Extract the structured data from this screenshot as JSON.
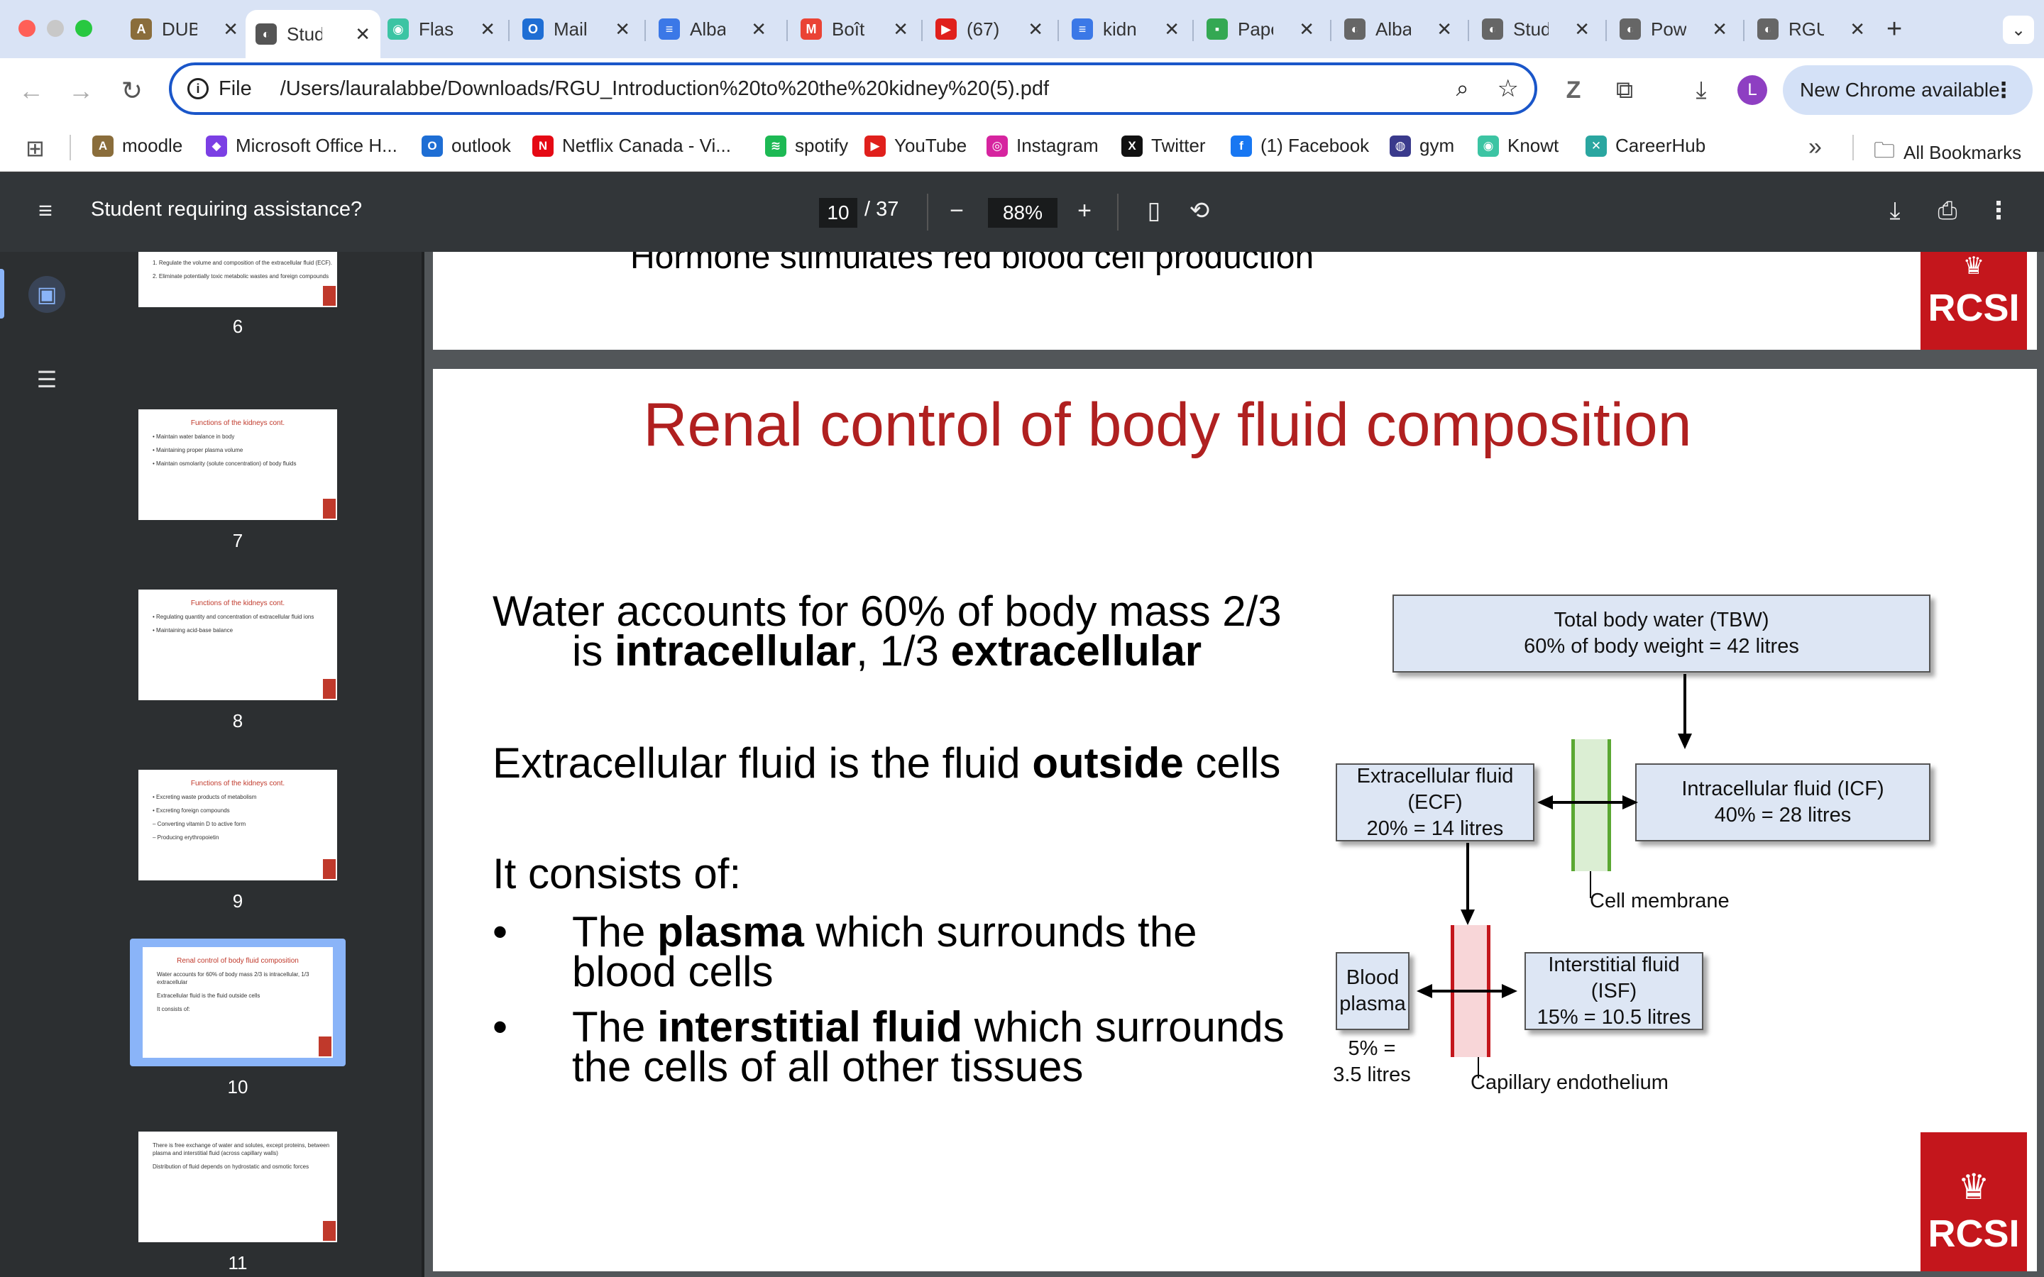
{
  "browser": {
    "tabs": [
      {
        "title": "DUB",
        "fav": "A",
        "color": "#8a6d3b",
        "active": false
      },
      {
        "title": "Stud",
        "fav": "◐",
        "color": "#555555",
        "active": true
      },
      {
        "title": "Flas",
        "fav": "◉",
        "color": "#3cc4a3",
        "active": false
      },
      {
        "title": "Mail",
        "fav": "O",
        "color": "#1e6ed4",
        "active": false
      },
      {
        "title": "Alba",
        "fav": "≡",
        "color": "#3b78e7",
        "active": false
      },
      {
        "title": "Boît",
        "fav": "M",
        "color": "#ea4335",
        "active": false
      },
      {
        "title": "(67)",
        "fav": "▶",
        "color": "#e0201c",
        "active": false
      },
      {
        "title": "kidn",
        "fav": "≡",
        "color": "#3b78e7",
        "active": false
      },
      {
        "title": "Pape",
        "fav": "▪",
        "color": "#34a853",
        "active": false
      },
      {
        "title": "Alba",
        "fav": "◐",
        "color": "#666666",
        "active": false
      },
      {
        "title": "Stud",
        "fav": "◐",
        "color": "#666666",
        "active": false
      },
      {
        "title": "Pow",
        "fav": "◐",
        "color": "#666666",
        "active": false
      },
      {
        "title": "RGU",
        "fav": "◐",
        "color": "#666666",
        "active": false
      }
    ],
    "omnibox": {
      "label": "File",
      "url": "/Users/lauralabbe/Downloads/RGU_Introduction%20to%20the%20kidney%20(5).pdf"
    },
    "avatar": "L",
    "new_chrome": "New Chrome available",
    "bookmarks": [
      {
        "label": "moodle",
        "fav": "A",
        "color": "#8a6d3b"
      },
      {
        "label": "Microsoft Office H...",
        "fav": "◆",
        "color": "#7b3fe4"
      },
      {
        "label": "outlook",
        "fav": "O",
        "color": "#1e6ed4"
      },
      {
        "label": "Netflix Canada - Vi...",
        "fav": "N",
        "color": "#e50914"
      },
      {
        "label": "spotify",
        "fav": "≋",
        "color": "#1db954"
      },
      {
        "label": "YouTube",
        "fav": "▶",
        "color": "#e0201c"
      },
      {
        "label": "Instagram",
        "fav": "◎",
        "color": "#d6249f"
      },
      {
        "label": "Twitter",
        "fav": "X",
        "color": "#111111"
      },
      {
        "label": "(1) Facebook",
        "fav": "f",
        "color": "#1877f2"
      },
      {
        "label": "gym",
        "fav": "◍",
        "color": "#3a3a8c"
      },
      {
        "label": "Knowt",
        "fav": "◉",
        "color": "#3cc4a3"
      },
      {
        "label": "CareerHub",
        "fav": "✕",
        "color": "#2aa6a0"
      }
    ],
    "all_bookmarks": "All Bookmarks"
  },
  "pdf": {
    "doc_title": "Student requiring assistance?",
    "page_current": "10",
    "page_total": "/ 37",
    "zoom": "88%"
  },
  "thumbnails": [
    {
      "num": "6",
      "heading": "",
      "lines": [
        "1. Regulate the volume and composition of the extracellular fluid (ECF).",
        "",
        "2. Eliminate potentially toxic metabolic wastes and foreign compounds"
      ]
    },
    {
      "num": "7",
      "heading": "Functions of the kidneys cont.",
      "lines": [
        "• Maintain water balance in body",
        "• Maintaining proper plasma volume",
        "• Maintain osmolarity (solute concentration) of body fluids"
      ]
    },
    {
      "num": "8",
      "heading": "Functions of the kidneys cont.",
      "lines": [
        "• Regulating quantity and concentration of extracellular fluid ions",
        "• Maintaining acid-base balance"
      ]
    },
    {
      "num": "9",
      "heading": "Functions of the kidneys cont.",
      "lines": [
        "• Excreting waste products of metabolism",
        "• Excreting foreign compounds",
        "– Converting vitamin D to active form",
        "– Producing erythropoietin"
      ]
    },
    {
      "num": "10",
      "heading": "Renal control of body fluid composition",
      "lines": [
        "Water accounts for 60% of body mass 2/3 is intracellular, 1/3 extracellular",
        "Extracellular fluid is the fluid outside cells",
        "It consists of:"
      ]
    },
    {
      "num": "11",
      "heading": "",
      "lines": [
        "There is free exchange of water and solutes, except proteins, between plasma and interstitial fluid (across capillary walls)",
        "Distribution of fluid depends on hydrostatic and osmotic forces"
      ]
    }
  ],
  "prev_slide_text": "Hormone stimulates red blood cell production",
  "rcsi_logo": "RCSI",
  "slide": {
    "title": "Renal control of body fluid composition",
    "p1_a": "Water accounts for 60% of body mass 2/3",
    "p1_b_pre": "is ",
    "p1_b_bold1": "intracellular",
    "p1_b_mid": ", 1/3 ",
    "p1_b_bold2": "extracellular",
    "p2_pre": "Extracellular fluid is the fluid ",
    "p2_bold": "outside",
    "p2_post": " cells",
    "p3": "It consists of:",
    "b1_pre": "The ",
    "b1_bold": "plasma",
    "b1_post": " which surrounds the",
    "b1_line2": "blood cells",
    "b2_pre": "The ",
    "b2_bold": "interstitial fluid",
    "b2_post": " which surrounds",
    "b2_line2": "the cells of all other tissues",
    "bullet": "•"
  },
  "diagram": {
    "tbw_1": "Total body water (TBW)",
    "tbw_2": "60% of body weight = 42 litres",
    "ecf_1": "Extracellular fluid (ECF)",
    "ecf_2": "20% = 14 litres",
    "icf_1": "Intracellular fluid (ICF)",
    "icf_2": "40% = 28 litres",
    "cell_membrane": "Cell membrane",
    "plasma_1": "Blood",
    "plasma_2": "plasma",
    "plasma_pct_1": "5% =",
    "plasma_pct_2": "3.5 litres",
    "isf_1": "Interstitial fluid (ISF)",
    "isf_2": "15% = 10.5 litres",
    "capillary": "Capillary endothelium",
    "colors": {
      "box": "#dde6f4",
      "membrane": "#5aa832",
      "capillary": "#c4161c"
    }
  }
}
